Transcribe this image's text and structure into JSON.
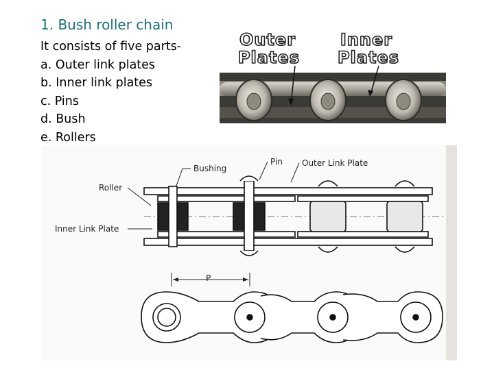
{
  "slide": {
    "title": "1. Bush roller chain",
    "intro": "It consists of five parts-",
    "parts": [
      "a. Outer link plates",
      "b. Inner link plates",
      "c. Pins",
      "d. Bush",
      "e. Rollers"
    ]
  },
  "photo": {
    "label_outer_1": "Outer",
    "label_outer_2": "Plates",
    "label_inner_1": "Inner",
    "label_inner_2": "Plates"
  },
  "diagram": {
    "labels": {
      "bushing": "Bushing",
      "pin": "Pin",
      "outer_link_plate": "Outer Link Plate",
      "roller": "Roller",
      "inner_link_plate": "Inner Link Plate",
      "pitch": "P"
    }
  }
}
